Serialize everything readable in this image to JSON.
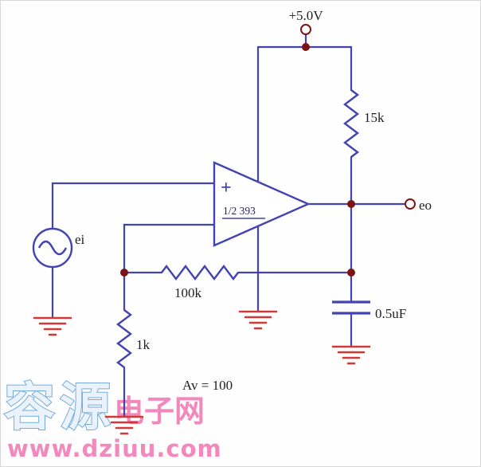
{
  "figure": {
    "type": "circuit-schematic",
    "description": "Single-supply 1/2 LM393 amplifier stage with gain of 100"
  },
  "labels": {
    "supply_voltage": "+5.0V",
    "pullup_resistor": "15k",
    "opamp_name": "1/2 393",
    "noninverting_input": "+",
    "input_source": "ei",
    "output_terminal": "eo",
    "feedback_resistor": "100k",
    "gain_resistor": "1k",
    "output_capacitor": "0.5uF",
    "gain_note": "Av = 100"
  },
  "colors": {
    "wire": "#4343b2",
    "junction_dot": "#7c1416",
    "terminal_ring": "#7c1416",
    "ground": "#cf3a39",
    "label_text": "#1f1f1f",
    "watermark_blue": "#69a5da",
    "watermark_pink": "#f27fb6"
  },
  "watermark": {
    "brand_cn": "容源",
    "brand_suffix_cn": "电子网",
    "url": "www.dziuu.com"
  }
}
